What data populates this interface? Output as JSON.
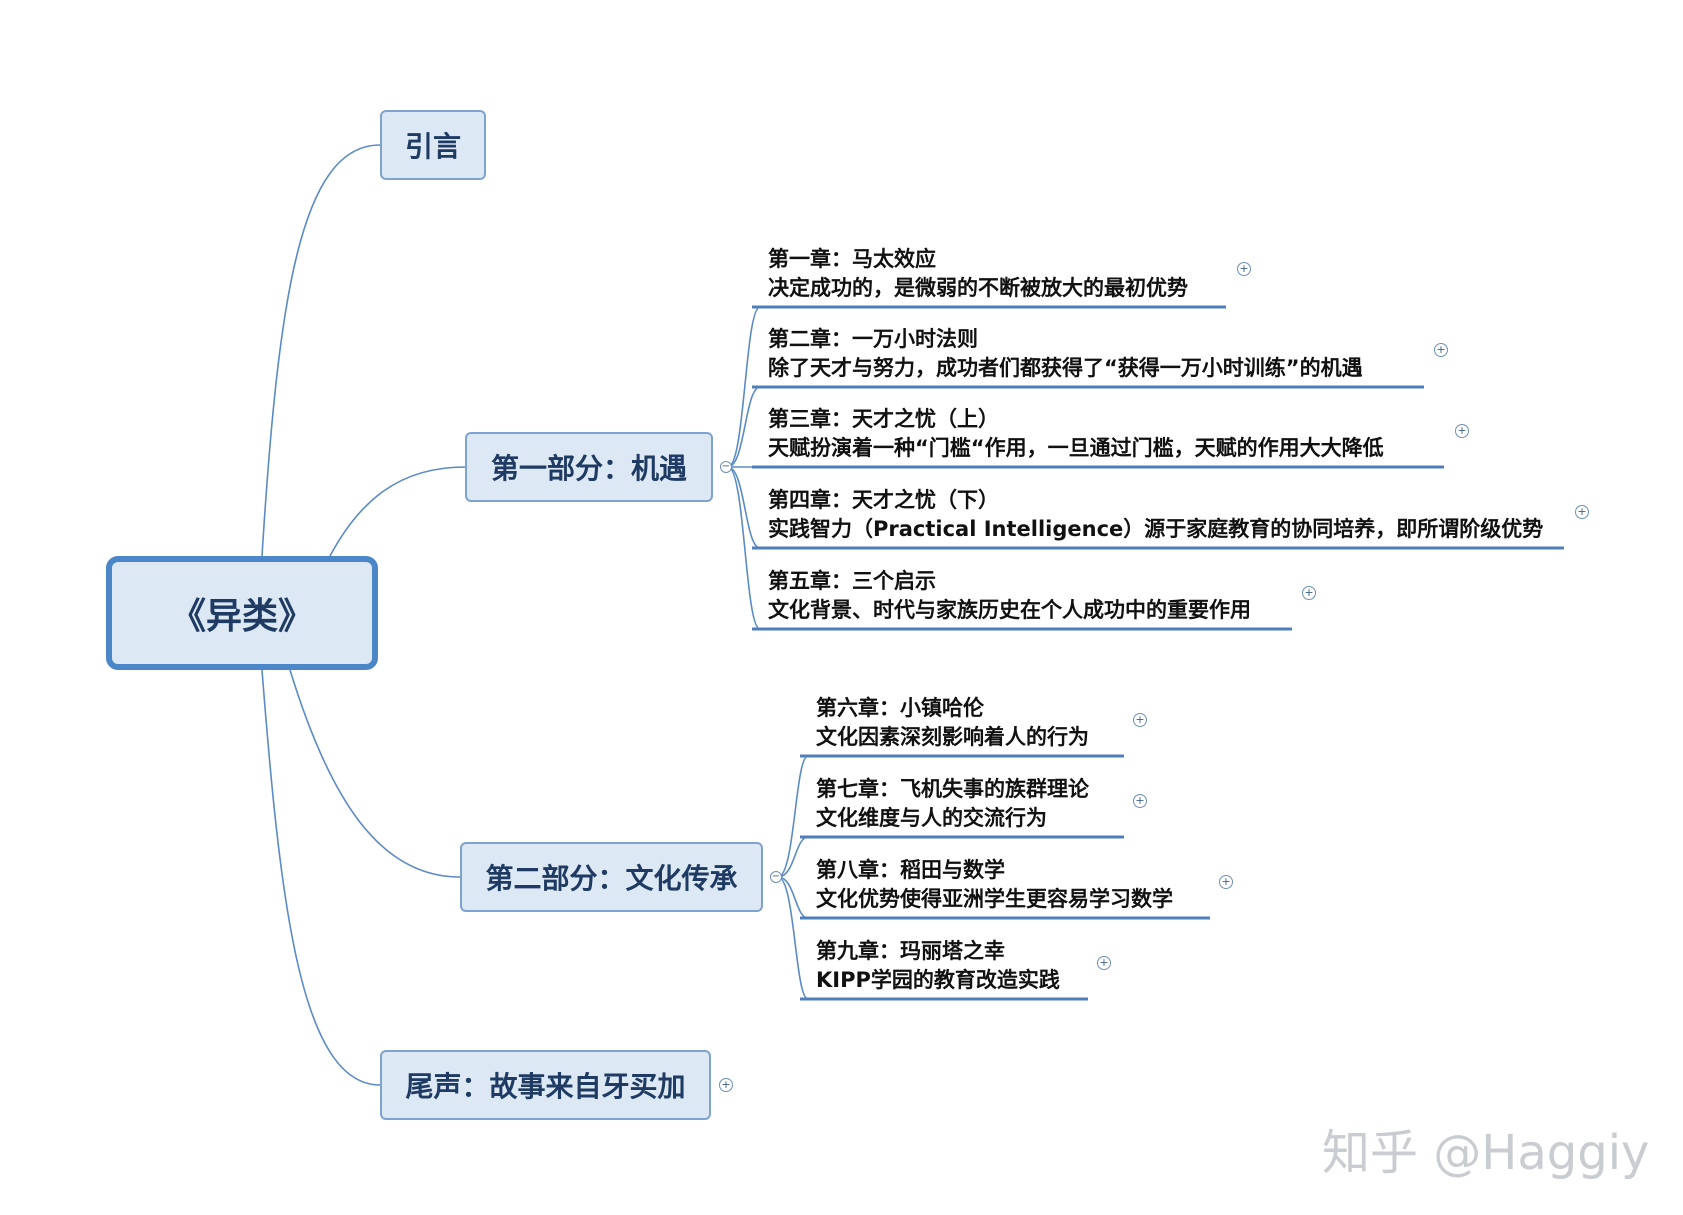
{
  "root": {
    "title": "《异类》"
  },
  "branches": {
    "intro": {
      "label": "引言"
    },
    "part1": {
      "label": "第一部分：机遇",
      "chapters": [
        {
          "title": "第一章：马太效应",
          "desc": "决定成功的，是微弱的不断被放大的最初优势"
        },
        {
          "title": "第二章：一万小时法则",
          "desc": "除了天才与努力，成功者们都获得了“获得一万小时训练”的机遇"
        },
        {
          "title": "第三章：天才之忧（上）",
          "desc": "天赋扮演着一种“门槛“作用，一旦通过门槛，天赋的作用大大降低"
        },
        {
          "title": "第四章：天才之忧（下）",
          "desc": "实践智力（Practical Intelligence）源于家庭教育的协同培养，即所谓阶级优势"
        },
        {
          "title": "第五章：三个启示",
          "desc": "文化背景、时代与家族历史在个人成功中的重要作用"
        }
      ]
    },
    "part2": {
      "label": "第二部分：文化传承",
      "chapters": [
        {
          "title": "第六章：小镇哈伦",
          "desc": "文化因素深刻影响着人的行为"
        },
        {
          "title": "第七章：飞机失事的族群理论",
          "desc": "文化维度与人的交流行为"
        },
        {
          "title": "第八章：稻田与数学",
          "desc": "文化优势使得亚洲学生更容易学习数学"
        },
        {
          "title": "第九章：玛丽塔之幸",
          "desc": "KIPP学园的教育改造实践"
        }
      ]
    },
    "epilogue": {
      "label": "尾声：故事来自牙买加"
    }
  },
  "toggles": {
    "expanded": "−",
    "collapsed": "+"
  },
  "watermark": "知乎 @Haggiy",
  "colors": {
    "connector": "#5b8bc5",
    "node_fill": "#dde8f5",
    "node_border": "#7fa3cf",
    "root_border": "#4a86c8"
  }
}
